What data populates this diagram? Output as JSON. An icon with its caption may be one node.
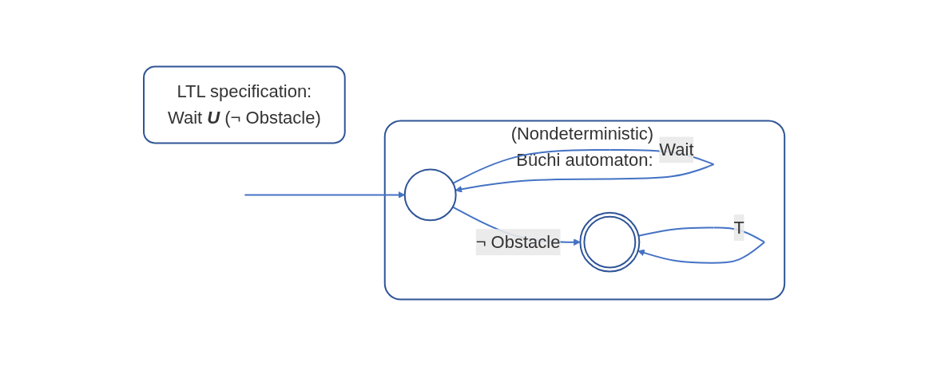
{
  "diagram": {
    "nodes": [
      {
        "text": [
          "LTL specification:",
          "Wait **U** (¬ Obstacle)"
        ]
      },
      {
        "text": [
          "(Nondeterministic) Büchi automaton:"
        ]
      },
      {
        "text": [],
        "shape": "circle",
        "in": 1
      },
      {
        "text": [],
        "shape": "circle",
        "in": 1
      }
    ],
    "edges": [
      {
        "from": null,
        "to": 2,
        "arrow": "to"
      },
      {
        "from": 2,
        "to": 2,
        "label": "Wait",
        "arrow": "to"
      },
      {
        "from": 2,
        "to": 3,
        "label": "¬ Obstacle",
        "arrow": "to"
      },
      {
        "from": 3,
        "to": 3,
        "label": "T",
        "arrow": "to"
      }
    ]
  }
}
